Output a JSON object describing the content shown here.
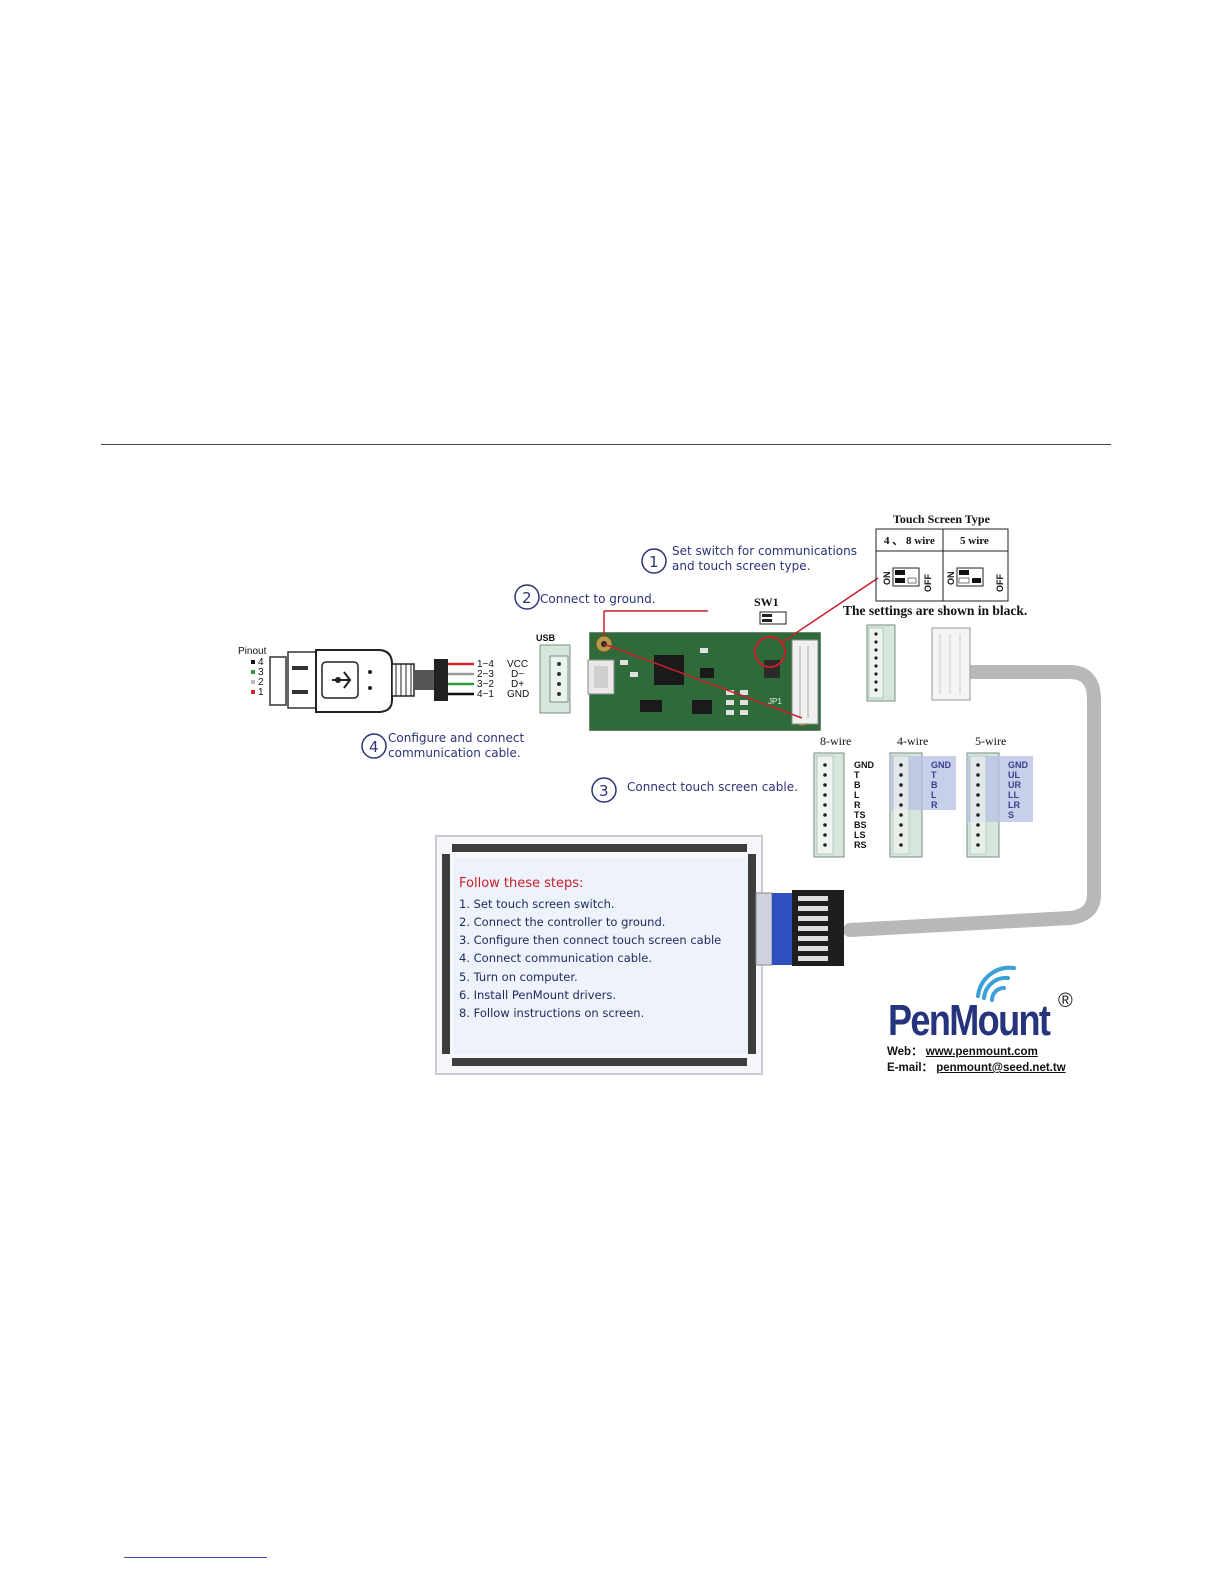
{
  "callouts": {
    "step1_num": "1",
    "step1_line1": "Set switch for communications",
    "step1_line2": "and touch screen type.",
    "step2_num": "2",
    "step2_text": "Connect to ground.",
    "step3_num": "3",
    "step3_text": "Connect touch screen cable.",
    "step4_num": "4",
    "step4_line1": "Configure and connect",
    "step4_line2": "communication cable."
  },
  "touch_table": {
    "title": "Touch Screen Type",
    "col1": "4 、 8 wire",
    "col2": "5 wire",
    "on_label": "ON",
    "off_label": "OFF",
    "note": "The settings are shown in black."
  },
  "board": {
    "sw1_label": "SW1",
    "usb_label": "USB",
    "jp1_label": "JP1"
  },
  "pinout": {
    "label": "Pinout",
    "pins": [
      "4",
      "3",
      "2",
      "1"
    ],
    "wires": [
      {
        "map": "1−4",
        "name": "VCC",
        "color": "#d8262c"
      },
      {
        "map": "2−3",
        "name": "D−",
        "color": "#ffffff"
      },
      {
        "map": "3−2",
        "name": "D+",
        "color": "#2e9a3c"
      },
      {
        "map": "4−1",
        "name": "GND",
        "color": "#111111"
      }
    ]
  },
  "connectors": {
    "eight_wire": {
      "label": "8-wire",
      "pins": [
        "GND",
        "T",
        "B",
        "L",
        "R",
        "TS",
        "BS",
        "LS",
        "RS"
      ]
    },
    "four_wire": {
      "label": "4-wire",
      "pins": [
        "GND",
        "T",
        "B",
        "L",
        "R"
      ]
    },
    "five_wire": {
      "label": "5-wire",
      "pins": [
        "GND",
        "UL",
        "UR",
        "LL",
        "LR",
        "S"
      ]
    }
  },
  "steps": {
    "title": "Follow these steps:",
    "items": [
      "1. Set touch screen switch.",
      "2. Connect the controller to ground.",
      "3. Configure then connect touch screen cable",
      "4. Connect communication cable.",
      "5. Turn on computer.",
      "6. Install PenMount drivers.",
      "8. Follow instructions on screen."
    ]
  },
  "brand": {
    "name": "PenMount",
    "registered": "®",
    "web_label": "Web：",
    "web": "www.penmount.com",
    "email_label": "E-mail：",
    "email": "penmount@seed.net.tw"
  },
  "colors": {
    "callout_text": "#2c3478",
    "board_green": "#2f6b3a",
    "leader_red": "#c8202a",
    "cable_gray": "#b8b8b8",
    "connector_green": "#cfe3d4",
    "highlight_blue": "#b9c3e6",
    "brand_blue": "#26347e",
    "steps_title_red": "#c8202a"
  }
}
